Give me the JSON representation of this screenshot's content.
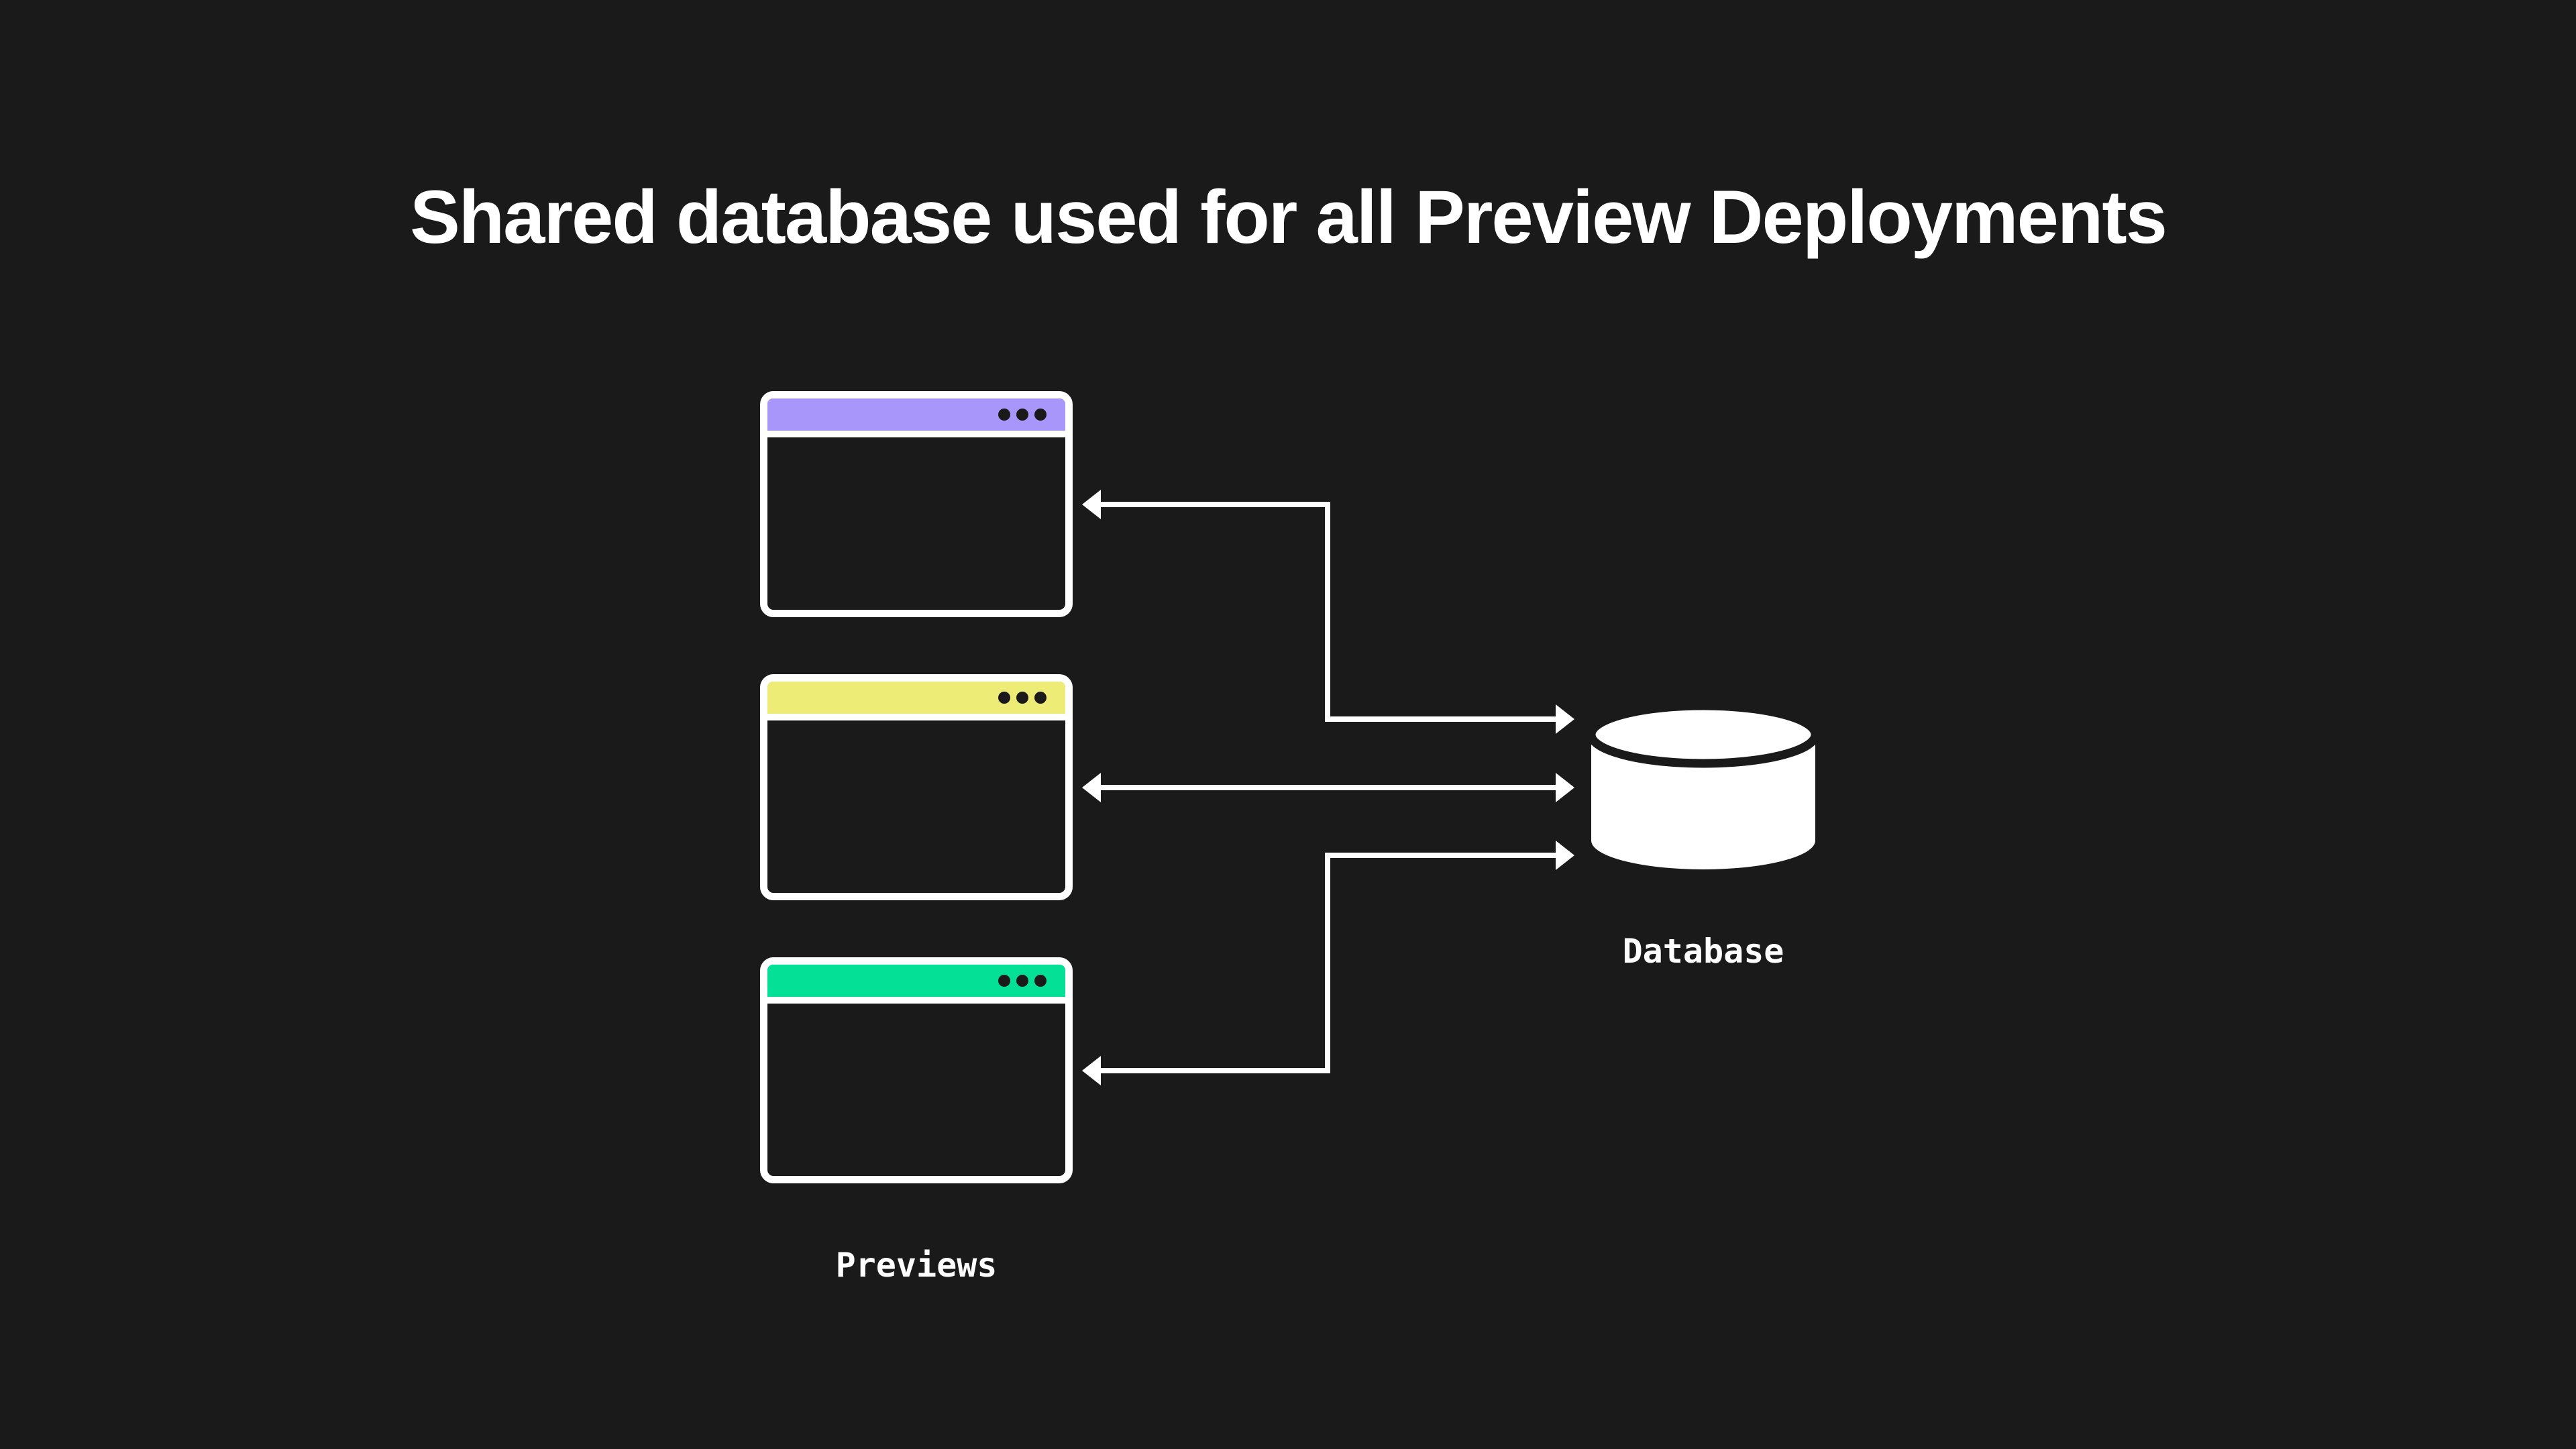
{
  "title": "Shared database used for all Preview Deployments",
  "colors": {
    "background": "#1b1a1a",
    "line": "#ffffff"
  },
  "previews": {
    "label": "Previews",
    "windows": [
      {
        "titlebar_color": "#a896fa"
      },
      {
        "titlebar_color": "#edec76"
      },
      {
        "titlebar_color": "#04e095"
      }
    ]
  },
  "database": {
    "label": "Database"
  }
}
